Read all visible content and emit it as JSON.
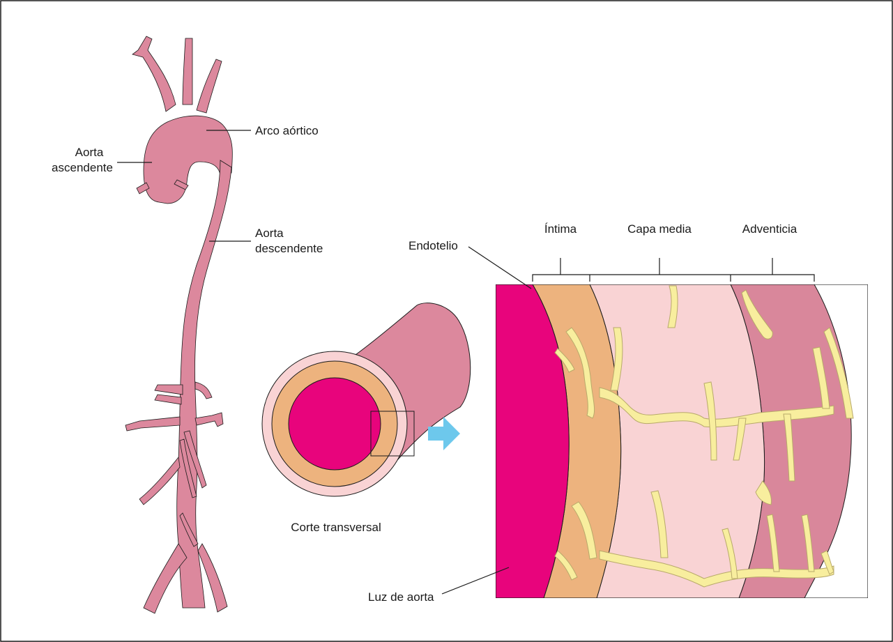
{
  "colors": {
    "aorta": "#dc889d",
    "lumen": "#e8047c",
    "intima": "#edb37e",
    "media": "#f9d3d4",
    "adventitia": "#d9879b",
    "vasa_vasorum": "#f8ee9e",
    "vasa_vasorum_outline": "#b8a96a",
    "arrow": "#6dc8ec",
    "outline": "#1a1a1a"
  },
  "labels": {
    "arco_aortico": "Arco aórtico",
    "aorta_ascendente_1": "Aorta",
    "aorta_ascendente_2": "ascendente",
    "aorta_descendente_1": "Aorta",
    "aorta_descendente_2": "descendente",
    "corte_transversal": "Corte transversal",
    "endotelio": "Endotelio",
    "intima": "Íntima",
    "capa_media": "Capa media",
    "adventicia": "Adventicia",
    "luz_de_aorta": "Luz de aorta"
  },
  "icons": {
    "zoom_arrow": "arrow-right-icon"
  }
}
